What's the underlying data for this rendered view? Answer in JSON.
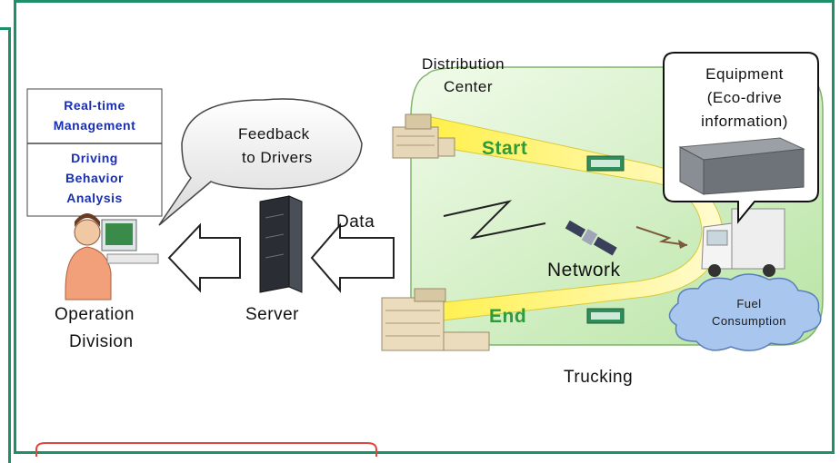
{
  "labels": {
    "distribution_center_line1": "Distribution",
    "distribution_center_line2": "Center",
    "equipment_line1": "Equipment",
    "equipment_line2": "(Eco-drive",
    "equipment_line3": "information)",
    "realtime_line1": "Real-time",
    "realtime_line2": "Management",
    "driving_line1": "Driving",
    "driving_line2": "Behavior",
    "driving_line3": "Analysis",
    "feedback_line1": "Feedback",
    "feedback_line2": "to Drivers",
    "start": "Start",
    "end": "End",
    "data": "Data",
    "network": "Network",
    "server": "Server",
    "operation_line1": "Operation",
    "operation_line2": "Division",
    "fuel_line1": "Fuel",
    "fuel_line2": "Consumption",
    "trucking": "Trucking"
  },
  "colors": {
    "frame": "#1f8f6a",
    "route_fill": "#fff35a",
    "green_area": "#cdeeb8",
    "blue_text": "#1a2fb0",
    "cloud": "#a9c7ee",
    "callout_red": "#e0463e"
  }
}
